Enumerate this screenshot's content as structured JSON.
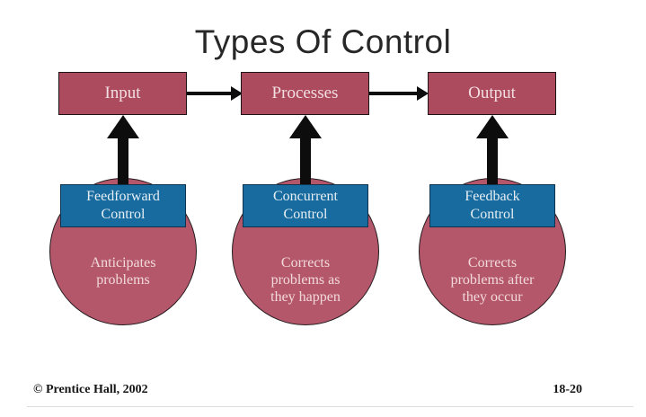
{
  "slide": {
    "title": "Types Of Control",
    "colors": {
      "box_red": "#ad4b5e",
      "circle_red": "#b5576b",
      "blue": "#176b9f",
      "arrow": "#0d0d0d",
      "title_text": "#272727",
      "box_text": "#f2dfe2",
      "blue_text": "#e7eff5",
      "circle_text": "#f1dadb"
    },
    "columns": [
      {
        "stage": "Input",
        "control": "Feedforward\nControl",
        "description": "Anticipates\nproblems"
      },
      {
        "stage": "Processes",
        "control": "Concurrent\nControl",
        "description": "Corrects\nproblems as\nthey happen"
      },
      {
        "stage": "Output",
        "control": "Feedback\nControl",
        "description": "Corrects\nproblems after\nthey occur"
      }
    ],
    "footer": {
      "copyright": "© Prentice Hall, 2002",
      "page_number": "18-20"
    }
  }
}
